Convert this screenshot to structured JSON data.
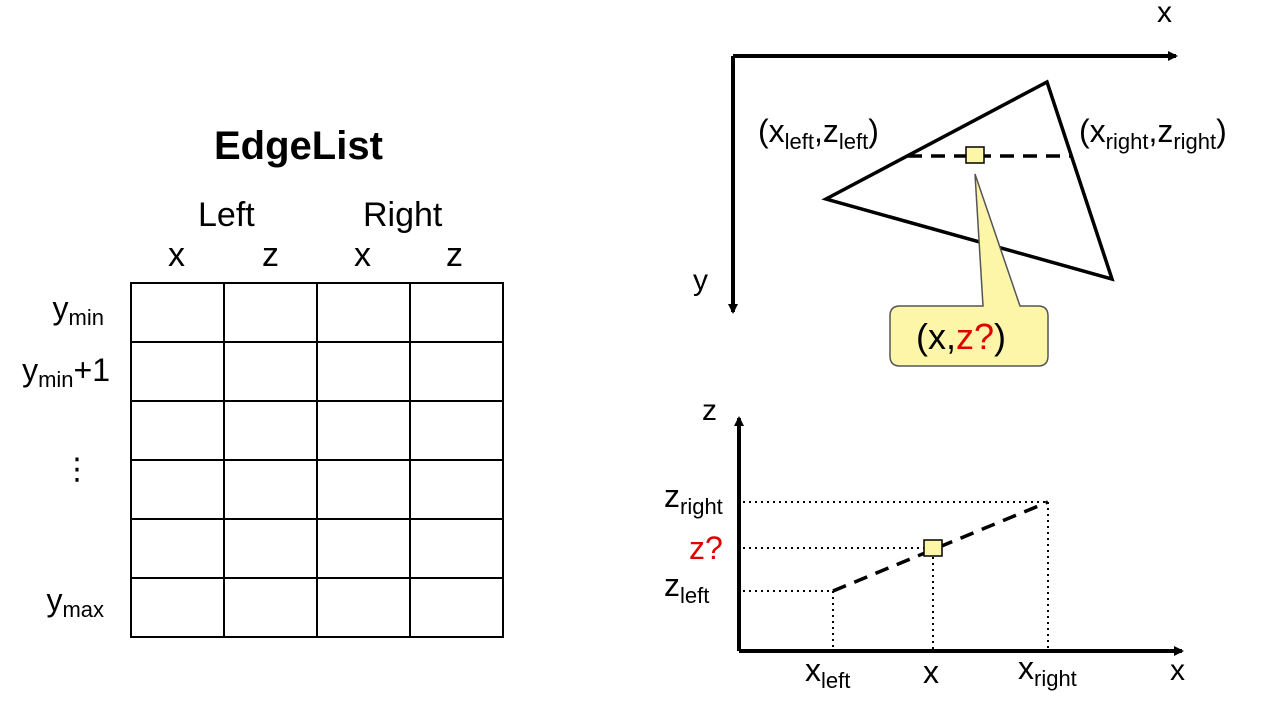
{
  "edgelist": {
    "title": "EdgeList",
    "group_left": "Left",
    "group_right": "Right",
    "columns": [
      "x",
      "z",
      "x",
      "z"
    ],
    "rows": [
      {
        "base": "y",
        "sub": "min",
        "suffix": ""
      },
      {
        "base": "y",
        "sub": "min",
        "suffix": "+1"
      },
      {
        "base": "⋮",
        "sub": "",
        "suffix": ""
      },
      {
        "base": "",
        "sub": "",
        "suffix": ""
      },
      {
        "base": "y",
        "sub": "max",
        "suffix": ""
      }
    ],
    "row_count": 6
  },
  "triangle": {
    "axis_x": "x",
    "axis_y": "y",
    "left_point": {
      "open": "(x",
      "sub1": "left",
      "mid": ",z",
      "sub2": "left",
      "close": ")"
    },
    "right_point": {
      "open": "(x",
      "sub1": "right",
      "mid": ",z",
      "sub2": "right",
      "close": ")"
    },
    "callout": {
      "prefix": "(x,",
      "unknown": "z?",
      "suffix": ")"
    }
  },
  "interp_plot": {
    "axis_x": "x",
    "axis_z": "z",
    "z_right": {
      "base": "z",
      "sub": "right"
    },
    "z_unknown": "z?",
    "z_left": {
      "base": "z",
      "sub": "left"
    },
    "x_left": {
      "base": "x",
      "sub": "left"
    },
    "x_mid": "x",
    "x_right": {
      "base": "x",
      "sub": "right"
    }
  },
  "colors": {
    "highlight": "#e00000",
    "callout_fill": "#fdf5a8",
    "marker_fill": "#fdf5a8"
  }
}
